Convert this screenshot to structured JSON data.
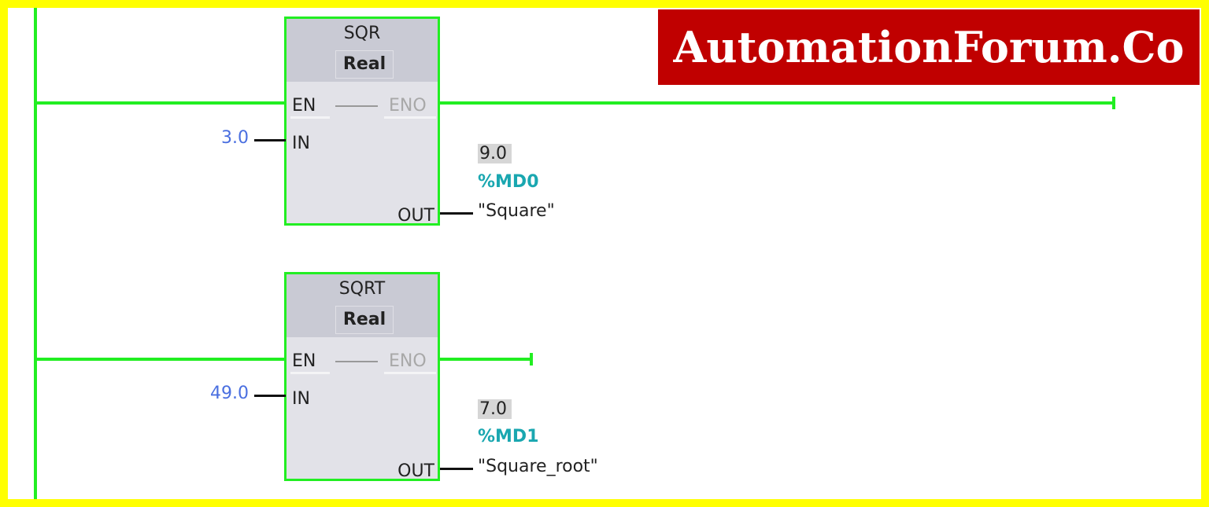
{
  "watermark": "AutomationForum.Co",
  "colors": {
    "power": "#22ee22",
    "frame": "#ffff00",
    "logo_bg": "#c00000"
  },
  "blocks": [
    {
      "name": "SQR",
      "type": "Real",
      "en": "EN",
      "eno": "ENO",
      "in_label": "IN",
      "out_label": "OUT",
      "in_value": "3.0",
      "out_value": "9.0",
      "out_address": "%MD0",
      "out_tag": "\"Square\""
    },
    {
      "name": "SQRT",
      "type": "Real",
      "en": "EN",
      "eno": "ENO",
      "in_label": "IN",
      "out_label": "OUT",
      "in_value": "49.0",
      "out_value": "7.0",
      "out_address": "%MD1",
      "out_tag": "\"Square_root\""
    }
  ]
}
